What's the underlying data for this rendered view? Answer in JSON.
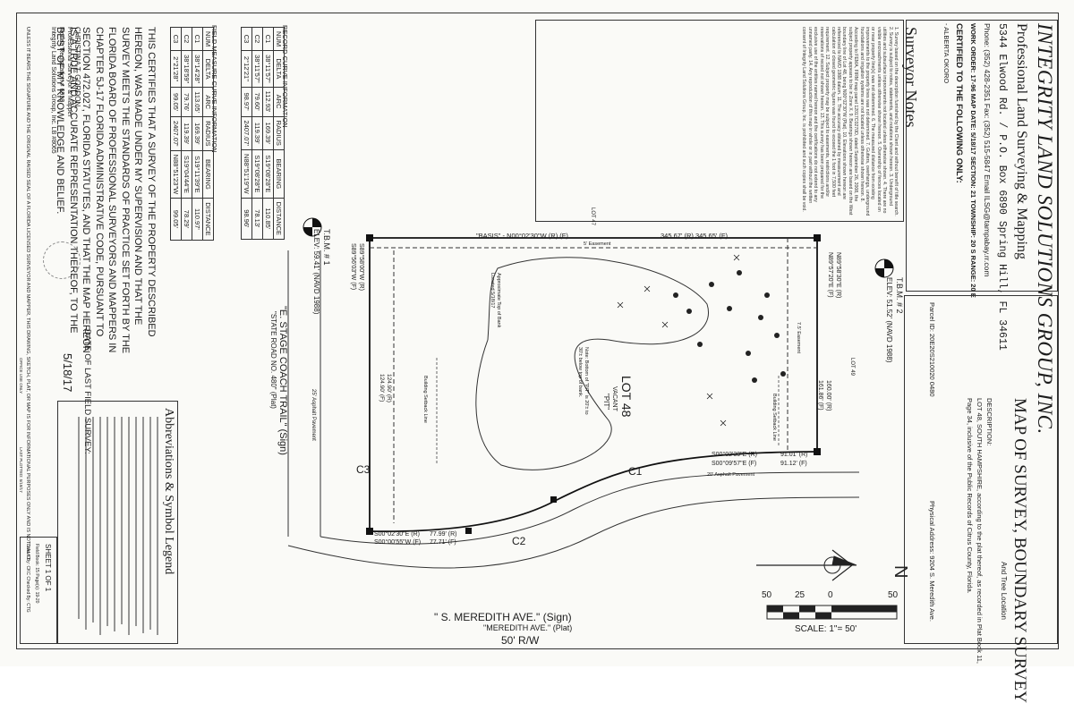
{
  "company": {
    "name": "INTEGRITY LAND SOLUTIONS GROUP, INC.",
    "subtitle": "Professional Land Surveying & Mapping",
    "address": "5344 Elwood Rd. / P.O. Box 6890 Spring Hill, FL 34611",
    "contact": "Phone: (352) 428-2351  Fax: (352) 515-5847  Email ILSG@tampabay.rr.com",
    "work_order": "WORK ORDER: 17-96   MAP DATE: 5/18/17   SECTION: 21   TOWNSHIP: 20 S   RANGE: 20 E",
    "certified": "CERTIFIED TO THE FOLLOWING ONLY:",
    "certified_to": "- ALBERTA OKORO"
  },
  "notes": {
    "title": "Surveyor Notes",
    "text": "1. Survey based on the description furnished by the Client and without benefit of title search. 2. Survey is subject to notes, statements, and notations shown hereon. 3. Underground utilities and subsurface improvements not located unless otherwise shown. 4. There are no visible encroachments unless otherwise shown hereon. 5. Ownership of fences located on or near property line(s) was not determined. 6. The measured distance from existing improvements to the property lines was not determined. 7. Gutters, overhangs, underground foundations and irrigation systems are not located unless otherwise shown hereon. 8. According to FEMA, FIRM map panel 12017C0270D, dated September 26, 2008, the subject property appears to be in Zone X. 9. Bearings shown hereon are based on the West boundary line of Lot 48, being N00°02'30\"W (Plat). 10. Elevations shown hereon are referenced to NAVD 1988 datum. 11. The accuracy obtained by measurement and calculation of closed geometric figures was found to exceed the 1 foot in 7,500 feet requirement. 12. Subject property may be subject to easements, restrictions and/or reservations of record not shown hereon. 13. This survey has been prepared for the exclusive use of the entities named hereon and the certifications do not extend to any unnamed party. 14. Any reproduction of this map in whole or in part without the written consent of Integrity Land Solutions Group, Inc. is prohibited and such copies shall be void."
  },
  "curve_info": {
    "title": "RECORD CURVE INFORMATION",
    "headers": [
      "NUM",
      "DELTA",
      "ARC",
      "RADIUS",
      "BEARING",
      "DISTANCE"
    ],
    "rows": [
      [
        "C1",
        "38°11'57\"",
        "112.93'",
        "169.39'",
        "S19°08'28\"E",
        "110.85'"
      ],
      [
        "C2",
        "38°11'57\"",
        "79.60'",
        "119.39'",
        "S19°08'28\"E",
        "78.13'"
      ],
      [
        "C3",
        "2°12'21\"",
        "98.97'",
        "2407.07'",
        "N88°51'19\"W",
        "98.96'"
      ]
    ]
  },
  "field_curve": {
    "title": "FIELD MEASURE CURVE INFORMATION",
    "headers": [
      "NUM",
      "DELTA",
      "ARC",
      "RADIUS",
      "BEARING",
      "DISTANCE"
    ],
    "rows": [
      [
        "C1",
        "38°14'28\"",
        "113.05'",
        "169.39'",
        "S19°11'39\"E",
        "110.97'"
      ],
      [
        "C2",
        "38°18'59\"",
        "79.76'",
        "119.39'",
        "S19°04'44\"E",
        "78.29'"
      ],
      [
        "C3",
        "2°21'28\"",
        "99.05'",
        "2407.07'",
        "N88°51'23\"W",
        "99.05'"
      ]
    ]
  },
  "map_title": {
    "main": "MAP OF SURVEY, BOUNDARY SURVEY",
    "sub": "And Tree Location",
    "desc_label": "DESCRIPTION:",
    "desc1": "LOT 48, SOUTH HAMPSHIRE, according to the plat thereof, as recorded in Plat Book 11,",
    "desc2": "Page 34, inclusive of the Public Records of Citrus County, Florida.",
    "parcel": "Parcel ID: 20E20S210020 0480",
    "physical": "Physical Address: 9204 S. Meredith Ave."
  },
  "cert": {
    "text": "THIS CERTIFIES THAT A SURVEY OF THE PROPERTY DESCRIBED HEREON, WAS MADE UNDER MY SUPERVISION AND THAT THE SURVEY MEETS THE STANDARDS OF PRACTICE SET FORTH BY THE FLORIDA BOARD OF PROFESSIONAL SURVEYORS AND MAPPERS IN CHAPTER 5J-17 FLORIDA ADMINISTRATIVE CODE, PURSUANT TO SECTION 472.027, FLORIDA STATUTES, AND THAT THE MAP HEREON IS A TRUE AND ACCURATE REPRESENTATION THEREOF, TO THE BEST OF MY KNOWLEDGE AND BELIEF.",
    "date_label": "DATE OF LAST FIELD SURVEY:",
    "date_value": "5/18/17",
    "surveyor_name": "CHRISTINA T. GORDON,",
    "surveyor_title": "Professional Surveyor & Mapper",
    "surveyor_lic": "Florida Registration # 6918",
    "surveyor_co": "Integrity Land Solutions Group, Inc. LB #8065",
    "seal_note": "UNLESS IT BEARS THE SIGNATURE AND THE ORIGINAL RAISED SEAL OF A FLORIDA LICENSED SURVEYOR AND MAPPER, THIS DRAWING, SKETCH, PLAT, OR MAP IS FOR INFORMATIONAL PURPOSES ONLY AND IS NOT VALID."
  },
  "legend": {
    "title": "Abbreviations & Symbol Legend"
  },
  "sheet": {
    "label": "SHEET 1 OF 1",
    "field_book": "Field Book: 15 Page(s): 19-20",
    "drawn": "Drawn By: CKC  Checked By: CTG"
  },
  "scale": {
    "ticks": [
      "50",
      "25",
      "0",
      "50"
    ],
    "label": "SCALE: 1\"= 50'"
  },
  "map": {
    "lot": "LOT 48",
    "vacant": "VACANT",
    "lot47": "LOT 47",
    "lot49": "LOT 49",
    "road_east": "\"E. STAGE COACH TRAIL\" (Sign)",
    "road_east_plat": "\"STATE ROAD NO. 480\" (Plat)",
    "road_south": "\" S. MEREDITH AVE.\" (Sign)",
    "road_south_plat": "\"MEREDITH AVE.\" (Plat)",
    "road_south_row": "50' R/W",
    "basis": "\"BASIS\" - N00°02'30\"W (R) (F)",
    "north_dist": "345.67' (R)  345.65' (F)",
    "east_bearing1": "N89°58'30\"E (R)",
    "east_bearing2": "N89°57'20\"E (F)",
    "east_dist1": "160.00' (R)",
    "east_dist2": "161.86' (F)",
    "south_bearing1": "S00°02'30\"E (R)",
    "south_bearing2": "S00°09'57\"E (F)",
    "south_dist1": "91.01' (R)",
    "south_dist2": "91.12' (F)",
    "south2_bearing1": "S00°02'30\"E (R)",
    "south2_bearing2": "S00°00'55\"W (F)",
    "south2_dist1": "77.99' (R)",
    "south2_dist2": "77.71' (F)",
    "west_bearing1": "S89°58'00\"W (R)",
    "west_bearing2": "S89°56'03\"W (F)",
    "west_dist1": "124.90' (R)",
    "west_dist2": "124.90' (F)",
    "tbm1_label": "T.B.M. # 1",
    "tbm1_elev": "ELEV: 59.41' (NAVD 1988)",
    "tbm2_label": "T.B.M. # 2",
    "tbm2_elev": "ELEV: 51.52' (NAVD 1988)",
    "setback": "Building Setback Line",
    "easement": "5' Easement",
    "easement2": "7.5' Easement",
    "asphalt_east": "25' Asphalt Pavement",
    "asphalt_south": "20' Asphalt Pavement",
    "pit": "\"PIT\"",
    "pit_note": "Note: Bottom of \"PIT\" is 20'± to 30'± below top of bank.",
    "bank_label": "Approximate Top of Bank Located 5/18/17",
    "c1": "C1",
    "c2": "C2",
    "c3": "C3"
  },
  "footer": {
    "office": "OFFICE USE ONLY",
    "last": "LAST PLOTTED: 5/18/17"
  }
}
